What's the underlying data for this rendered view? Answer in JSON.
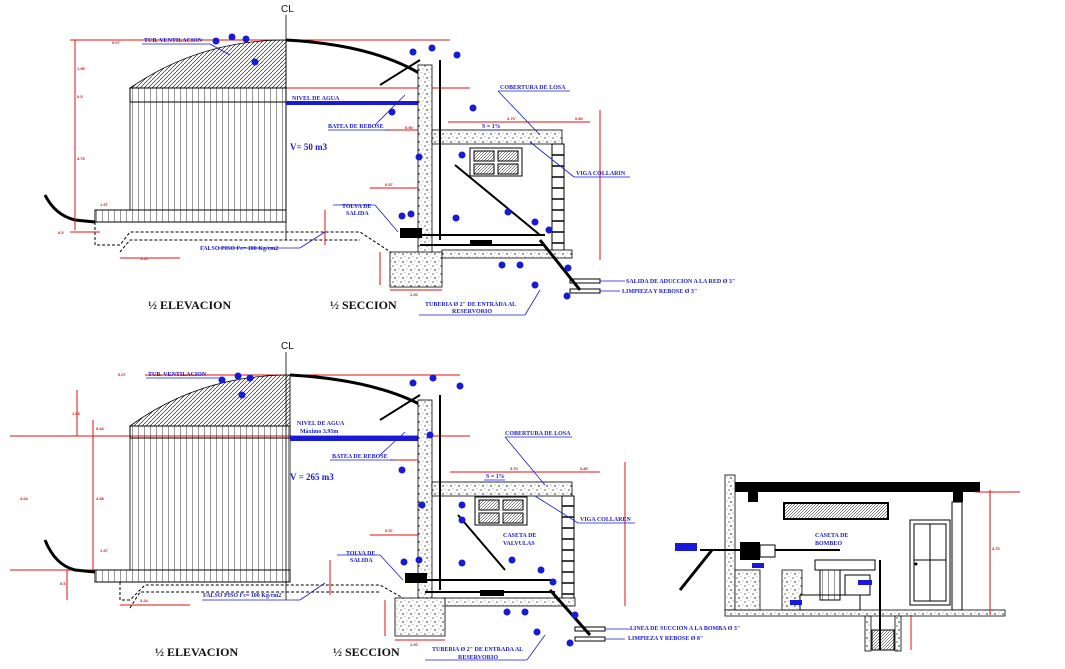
{
  "drawing": {
    "type": "Reservoir elevation and section drawings",
    "colors": {
      "line": "#000000",
      "dimension": "#e01010",
      "annotation": "#1a1ad6"
    },
    "top": {
      "centerline": "CL",
      "labels": {
        "vent": "TUB. VENTILACION",
        "water_level": "NIVEL DE AGUA",
        "overflow": "BATEA DE REBOSE",
        "volume": "V= 50 m3",
        "roof": "COBERTURA DE LOSA",
        "slope": "S = 1%",
        "beam": "VIGA COLLARIN",
        "hopper_1": "TOLVA DE",
        "hopper_2": "SALIDA",
        "floor": "FALSO PISO f'c= 100 Kg/cm2",
        "inlet_1": "TUBERIA Ø 2\" DE ENTRADA AL",
        "inlet_2": "RESERVORIO",
        "outlet": "SALIDA DE ADUCCION A LA RED Ø 3\"",
        "cleanout": "LIMPIEZA Y REBOSE Ø 3\""
      },
      "titles": {
        "elevation": "ELEVACION",
        "section": "SECCION",
        "fraction": "½"
      }
    },
    "bottom": {
      "centerline": "CL",
      "labels": {
        "vent": "TUB. VENTILACION",
        "water_level": "NIVEL DE AGUA",
        "water_max": "Máximo 3.95m",
        "overflow": "BATEA DE REBOSE",
        "volume": "V = 265 m3",
        "roof": "COBERTURA DE LOSA",
        "slope": "S = 1%",
        "beam": "VIGA COLLAREN",
        "valve_house_1": "CASETA DE",
        "valve_house_2": "VALVULAS",
        "hopper_1": "TOLVA DE",
        "hopper_2": "SALIDA",
        "floor": "FALSO PISO f'c= 100 Kg/cm2",
        "inlet_1": "TUBERIA Ø 2\" DE ENTRADA AL",
        "inlet_2": "RESERVORIO",
        "suction": "LINEA DE SUCCION A LA BOMBA Ø 3\"",
        "cleanout": "LIMPIEZA Y REBOSE Ø 8\"",
        "pump_house_1": "CASETA DE",
        "pump_house_2": "BOMBEO"
      },
      "titles": {
        "elevation": "ELEVACION",
        "section": "SECCION",
        "fraction": "½"
      }
    }
  }
}
